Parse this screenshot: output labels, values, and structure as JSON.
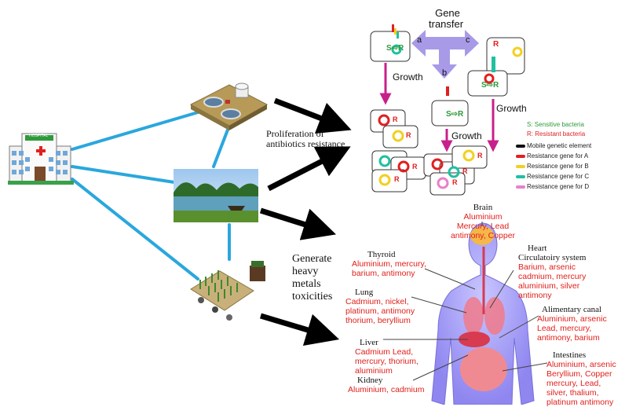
{
  "sources": {
    "hospital_sign": "HOSPITAL"
  },
  "labels": {
    "proliferation_line1": "Proliferation of",
    "proliferation_line2": "antibiotics resistance",
    "generate": [
      "Generate",
      "heavy",
      "metals",
      "toxicities"
    ]
  },
  "gene_panel": {
    "gene_title_1": "Gene",
    "gene_title_2": "transfer",
    "letter_a": "a",
    "letter_b": "b",
    "letter_c": "c",
    "growth": "Growth",
    "s_to_r": "S⇨R",
    "r": "R",
    "legend": {
      "sensitive": "S: Sensitive bacteria",
      "resistant": "R: Resistant bacteria",
      "mobile": "Mobile genetic element",
      "gene_a": "Resistance gene for A",
      "gene_b": "Resistance gene for B",
      "gene_c": "Resistance gene for C",
      "gene_d": "Resistance gene for D"
    },
    "colors": {
      "gene_a": "#e02020",
      "gene_b": "#f2d020",
      "gene_c": "#20c0a0",
      "gene_d": "#e880c8",
      "mobile": "#111111",
      "arrow_purple": "#a99ae8",
      "growth_arrow": "#c8208a"
    }
  },
  "organs": {
    "brain": {
      "title": "Brain",
      "lines": [
        "Aluminium",
        "Mercury, Lead",
        "antimony, Copper"
      ]
    },
    "thyroid": {
      "title": "Thyroid",
      "lines": [
        "Aluminium, mercury,",
        "barium, antimony"
      ]
    },
    "heart": {
      "title": "Heart",
      "title2": "Circulatoiry system",
      "lines": [
        "Barium, arsenic",
        "cadmium, mercury",
        "aluminium, silver",
        "antimony"
      ]
    },
    "lung": {
      "title": "Lung",
      "lines": [
        "Cadmium, nickel,",
        "platinum, antimony",
        "thorium, beryllium"
      ]
    },
    "alimentary": {
      "title": "Alimentary canal",
      "lines": [
        "Aluminium, arsenic",
        "Lead, mercury,",
        "antimony, barium"
      ]
    },
    "liver": {
      "title": "Liver",
      "lines": [
        "Cadmium Lead,",
        "mercury, thorium,",
        "aluminium"
      ]
    },
    "intestines": {
      "title": "Intestines",
      "lines": [
        "Aluminium, arsenic",
        "Beryllium, Copper",
        "mercury, Lead,",
        "silver, thalium,",
        "platinum antimony"
      ]
    },
    "kidney": {
      "title": "Kidney",
      "lines": [
        "Aluminium, cadmium"
      ]
    }
  }
}
